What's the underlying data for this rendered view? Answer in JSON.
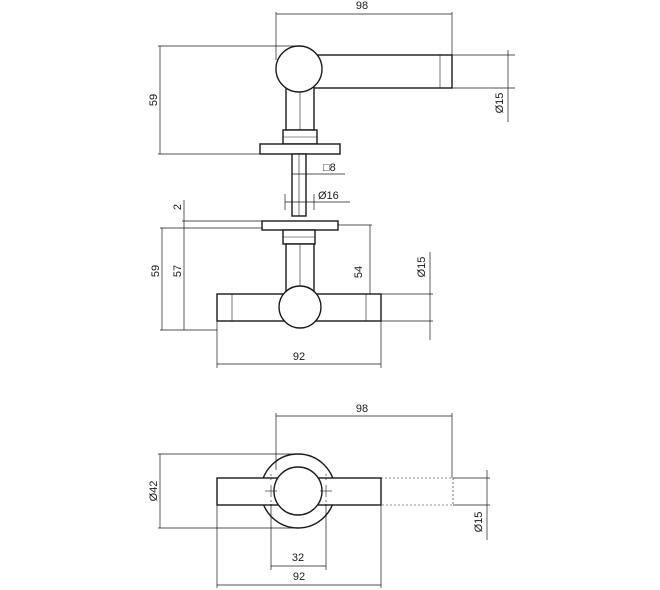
{
  "top_view": {
    "width_98": "98",
    "height_59": "59",
    "diameter_15": "Ø15",
    "square_8": "□8",
    "diameter_16": "Ø16"
  },
  "side_view": {
    "gap_2": "2",
    "height_59": "59",
    "height_57": "57",
    "height_54": "54",
    "diameter_15": "Ø15",
    "width_92": "92"
  },
  "bottom_view": {
    "width_98": "98",
    "diameter_42": "Ø42",
    "diameter_15": "Ø15",
    "spacing_32": "32",
    "width_92": "92"
  }
}
